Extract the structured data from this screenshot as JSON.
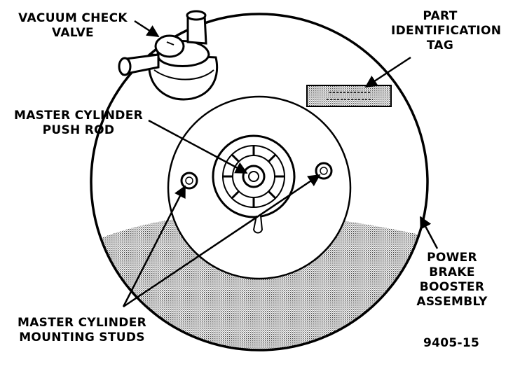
{
  "labels": {
    "vacuum_check_valve": [
      "VACUUM CHECK",
      "VALVE"
    ],
    "part_identification_tag": [
      "PART",
      "IDENTIFICATION",
      "TAG"
    ],
    "master_cylinder_push_rod": [
      "MASTER CYLINDER",
      "PUSH ROD"
    ],
    "power_brake_booster_assembly": [
      "POWER",
      "BRAKE",
      "BOOSTER",
      "ASSEMBLY"
    ],
    "master_cylinder_mounting_studs": [
      "MASTER CYLINDER",
      "MOUNTING STUDS"
    ]
  },
  "figure_id": "9405-15",
  "colors": {
    "ink": "#000000",
    "shade": "#c8c8c8",
    "background": "#ffffff"
  }
}
